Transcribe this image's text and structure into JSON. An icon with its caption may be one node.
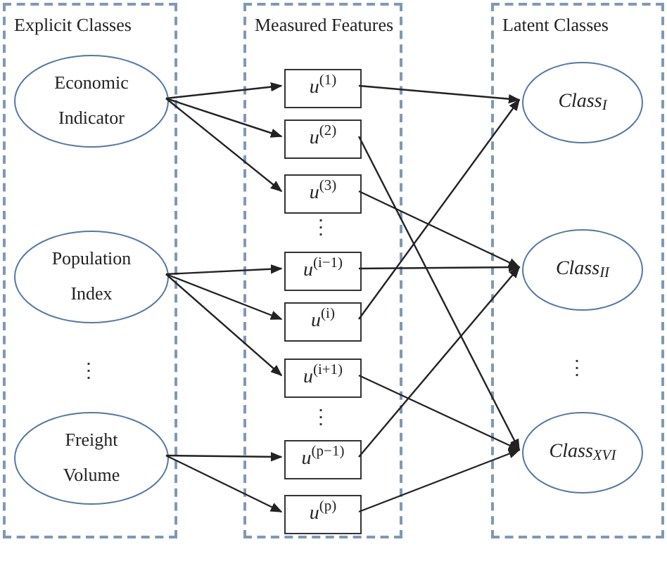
{
  "diagram": {
    "nodes": [
      {
        "text": [
          "Explicit Classes"
        ]
      },
      {
        "text": [
          "Economic Indicator"
        ],
        "in": 0
      },
      {
        "text": [
          "Population Index"
        ],
        "in": 0
      },
      {
        "text": [
          "Freight Volume"
        ],
        "in": 0
      },
      {
        "text": [
          "Measured Features"
        ]
      },
      {
        "text": [
          "*u*$^{(1)}$"
        ],
        "in": 4
      },
      {
        "text": [
          "*u*$^{(2)}$"
        ],
        "in": 4
      },
      {
        "text": [
          "*u*$^{(3)}$"
        ],
        "in": 4
      },
      {
        "text": [
          "*u*$^{(i−1)}$"
        ],
        "in": 4
      },
      {
        "text": [
          "*u*$^{(i)}$"
        ],
        "in": 4
      },
      {
        "text": [
          "*u*$^{(i+1)}$"
        ],
        "in": 4
      },
      {
        "text": [
          "*u*$^{(p−1)}$"
        ],
        "in": 4
      },
      {
        "text": [
          "*u*$^{(p)}$"
        ],
        "in": 4
      },
      {
        "text": [
          "Latent Classes"
        ]
      },
      {
        "text": [
          "Class$_{I}$"
        ],
        "in": 13
      },
      {
        "text": [
          "Class$_{II}$"
        ],
        "in": 13
      },
      {
        "text": [
          "Class$_{XVI}$"
        ],
        "in": 13
      }
    ],
    "edges": [
      {
        "from": 1,
        "to": 5,
        "arrow": "to"
      },
      {
        "from": 1,
        "to": 6,
        "arrow": "to"
      },
      {
        "from": 1,
        "to": 7,
        "arrow": "to"
      },
      {
        "from": 2,
        "to": 8,
        "arrow": "to"
      },
      {
        "from": 2,
        "to": 9,
        "arrow": "to"
      },
      {
        "from": 2,
        "to": 10,
        "arrow": "to"
      },
      {
        "from": 3,
        "to": 11,
        "arrow": "to"
      },
      {
        "from": 3,
        "to": 12,
        "arrow": "to"
      },
      {
        "from": 5,
        "to": 14,
        "arrow": "to"
      },
      {
        "from": 6,
        "to": 16,
        "arrow": "to"
      },
      {
        "from": 7,
        "to": 15,
        "arrow": "to"
      },
      {
        "from": 8,
        "to": 15,
        "arrow": "to"
      },
      {
        "from": 9,
        "to": 14,
        "arrow": "to"
      },
      {
        "from": 10,
        "to": 16,
        "arrow": "to"
      },
      {
        "from": 11,
        "to": 15,
        "arrow": "to"
      },
      {
        "from": 12,
        "to": 16,
        "arrow": "to"
      }
    ],
    "labels": [
      "⋮",
      "⋮",
      "⋮",
      "⋮"
    ]
  }
}
